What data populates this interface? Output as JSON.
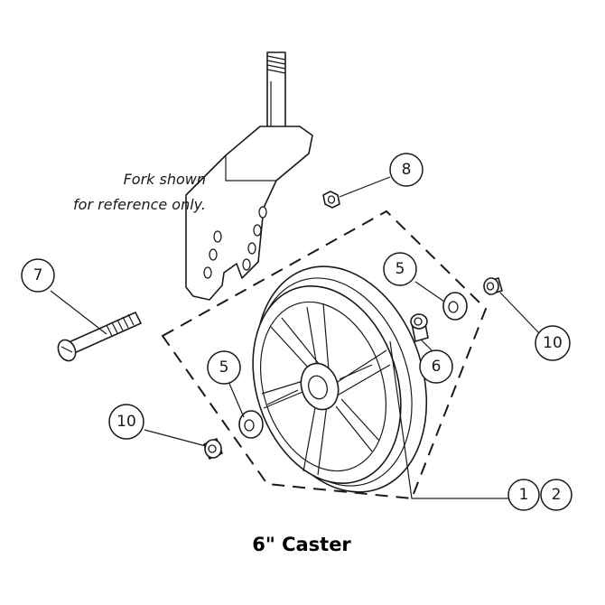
{
  "note": {
    "line1": "Fork shown",
    "line2": "for reference only."
  },
  "title": "6\" Caster",
  "callouts": {
    "fork_bolt": "7",
    "fork_nut": "8",
    "washer_upper": "5",
    "washer_lower": "5",
    "spacer": "6",
    "bushing_right": "10",
    "bushing_left": "10",
    "wheel_a": "1",
    "wheel_b": "2"
  },
  "colors": {
    "line": "#1a1a1a",
    "background": "#ffffff"
  }
}
